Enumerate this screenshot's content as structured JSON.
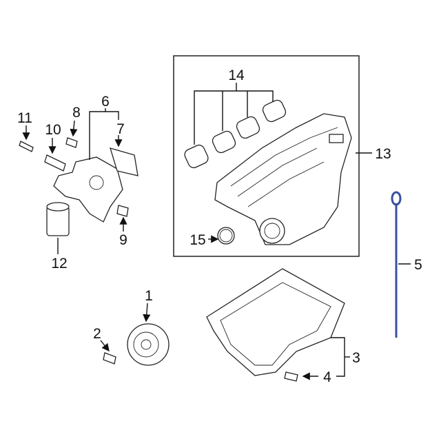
{
  "diagram": {
    "callouts": {
      "c1": "1",
      "c2": "2",
      "c3": "3",
      "c4": "4",
      "c5": "5",
      "c6": "6",
      "c7": "7",
      "c8": "8",
      "c9": "9",
      "c10": "10",
      "c11": "11",
      "c12": "12",
      "c13": "13",
      "c14": "14",
      "c15": "15"
    },
    "colors": {
      "line": "#111111",
      "dipstick_handle": "#3a4fa0"
    }
  }
}
